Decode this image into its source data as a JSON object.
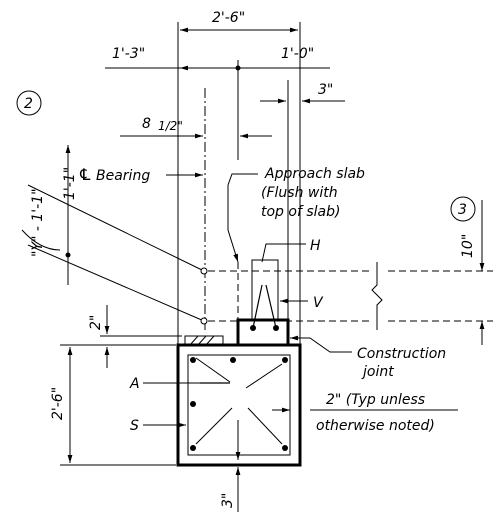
{
  "dimensions": {
    "top_span": "2'-6\"",
    "left_offset": "1'-3\"",
    "right_offset": "1'-0\"",
    "three_inch_top": "3\"",
    "eight_half_main": "8 ",
    "eight_half_frac": "1/2\"",
    "two_inch_left": "2\"",
    "depth": "2'-6\"",
    "three_inch_bottom": "3\"",
    "ten_inch": "10\"",
    "y_minus": "\"Y\" - 1'-1\"",
    "one_one": "1'-1\""
  },
  "labels": {
    "cl": "℄",
    "bearing": "Bearing",
    "approach_1": "Approach slab",
    "approach_2": "(Flush with",
    "approach_3": "top of slab)",
    "H": "H",
    "V": "V",
    "construction_1": "Construction",
    "construction_2": "joint",
    "A": "A",
    "S": "S",
    "typ_1": "2\" (Typ unless",
    "typ_2": "otherwise noted)"
  },
  "callouts": {
    "left": "2",
    "right": "3"
  }
}
